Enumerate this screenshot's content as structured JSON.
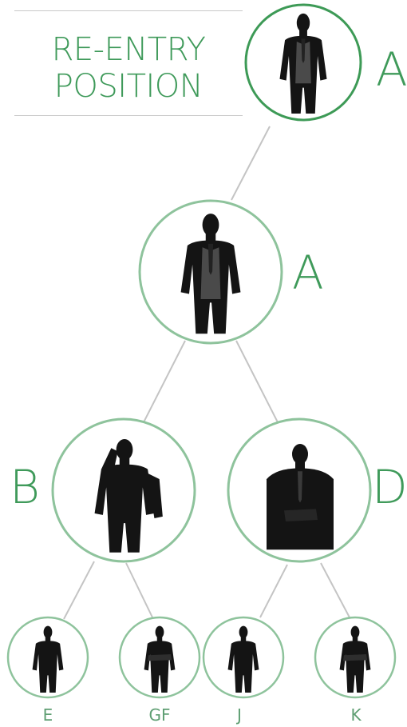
{
  "title": {
    "line1": "RE-ENTRY",
    "line2": "POSITION"
  },
  "colors": {
    "accent": "#3f9a5a",
    "ring_strong": "#3d9a56",
    "ring_soft": "#8ec39c",
    "connector": "#c4c4c4",
    "silhouette": "#141414"
  },
  "nodes": {
    "root": {
      "label": "A",
      "icon": "businessman-vest-icon"
    },
    "level2": {
      "label": "A",
      "icon": "businessman-vest-icon"
    },
    "b": {
      "label": "B",
      "icon": "businessman-phone-icon"
    },
    "d": {
      "label": "D",
      "icon": "businessman-hand-on-chest-icon"
    },
    "e": {
      "label": "E",
      "icon": "businessman-standing-icon"
    },
    "gf": {
      "label": "GF",
      "icon": "businessman-arms-crossed-icon"
    },
    "j": {
      "label": "J",
      "icon": "businessman-standing-icon"
    },
    "k": {
      "label": "K",
      "icon": "businessman-arms-crossed-icon"
    }
  }
}
